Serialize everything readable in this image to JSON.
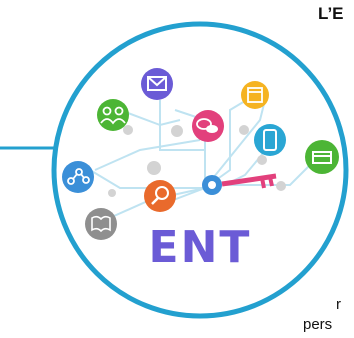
{
  "heading": "L’E",
  "logo": {
    "text": "ENT"
  },
  "fragments": {
    "line1": "r",
    "line2": "pers"
  },
  "colors": {
    "ring": "#23a0cf",
    "purple": "#6b5bd6",
    "green": "#4cb535",
    "orange": "#e96a2c",
    "blue": "#3b8fd8",
    "yellow": "#f5b321",
    "pink": "#e2407c",
    "teal": "#2aa6d4",
    "grey": "#8f8f8f"
  },
  "icons": [
    "envelope-icon",
    "people-icon",
    "calendar-icon",
    "chat-icon",
    "network-icon",
    "search-icon",
    "mobile-icon",
    "box-icon",
    "book-icon",
    "key-icon"
  ]
}
